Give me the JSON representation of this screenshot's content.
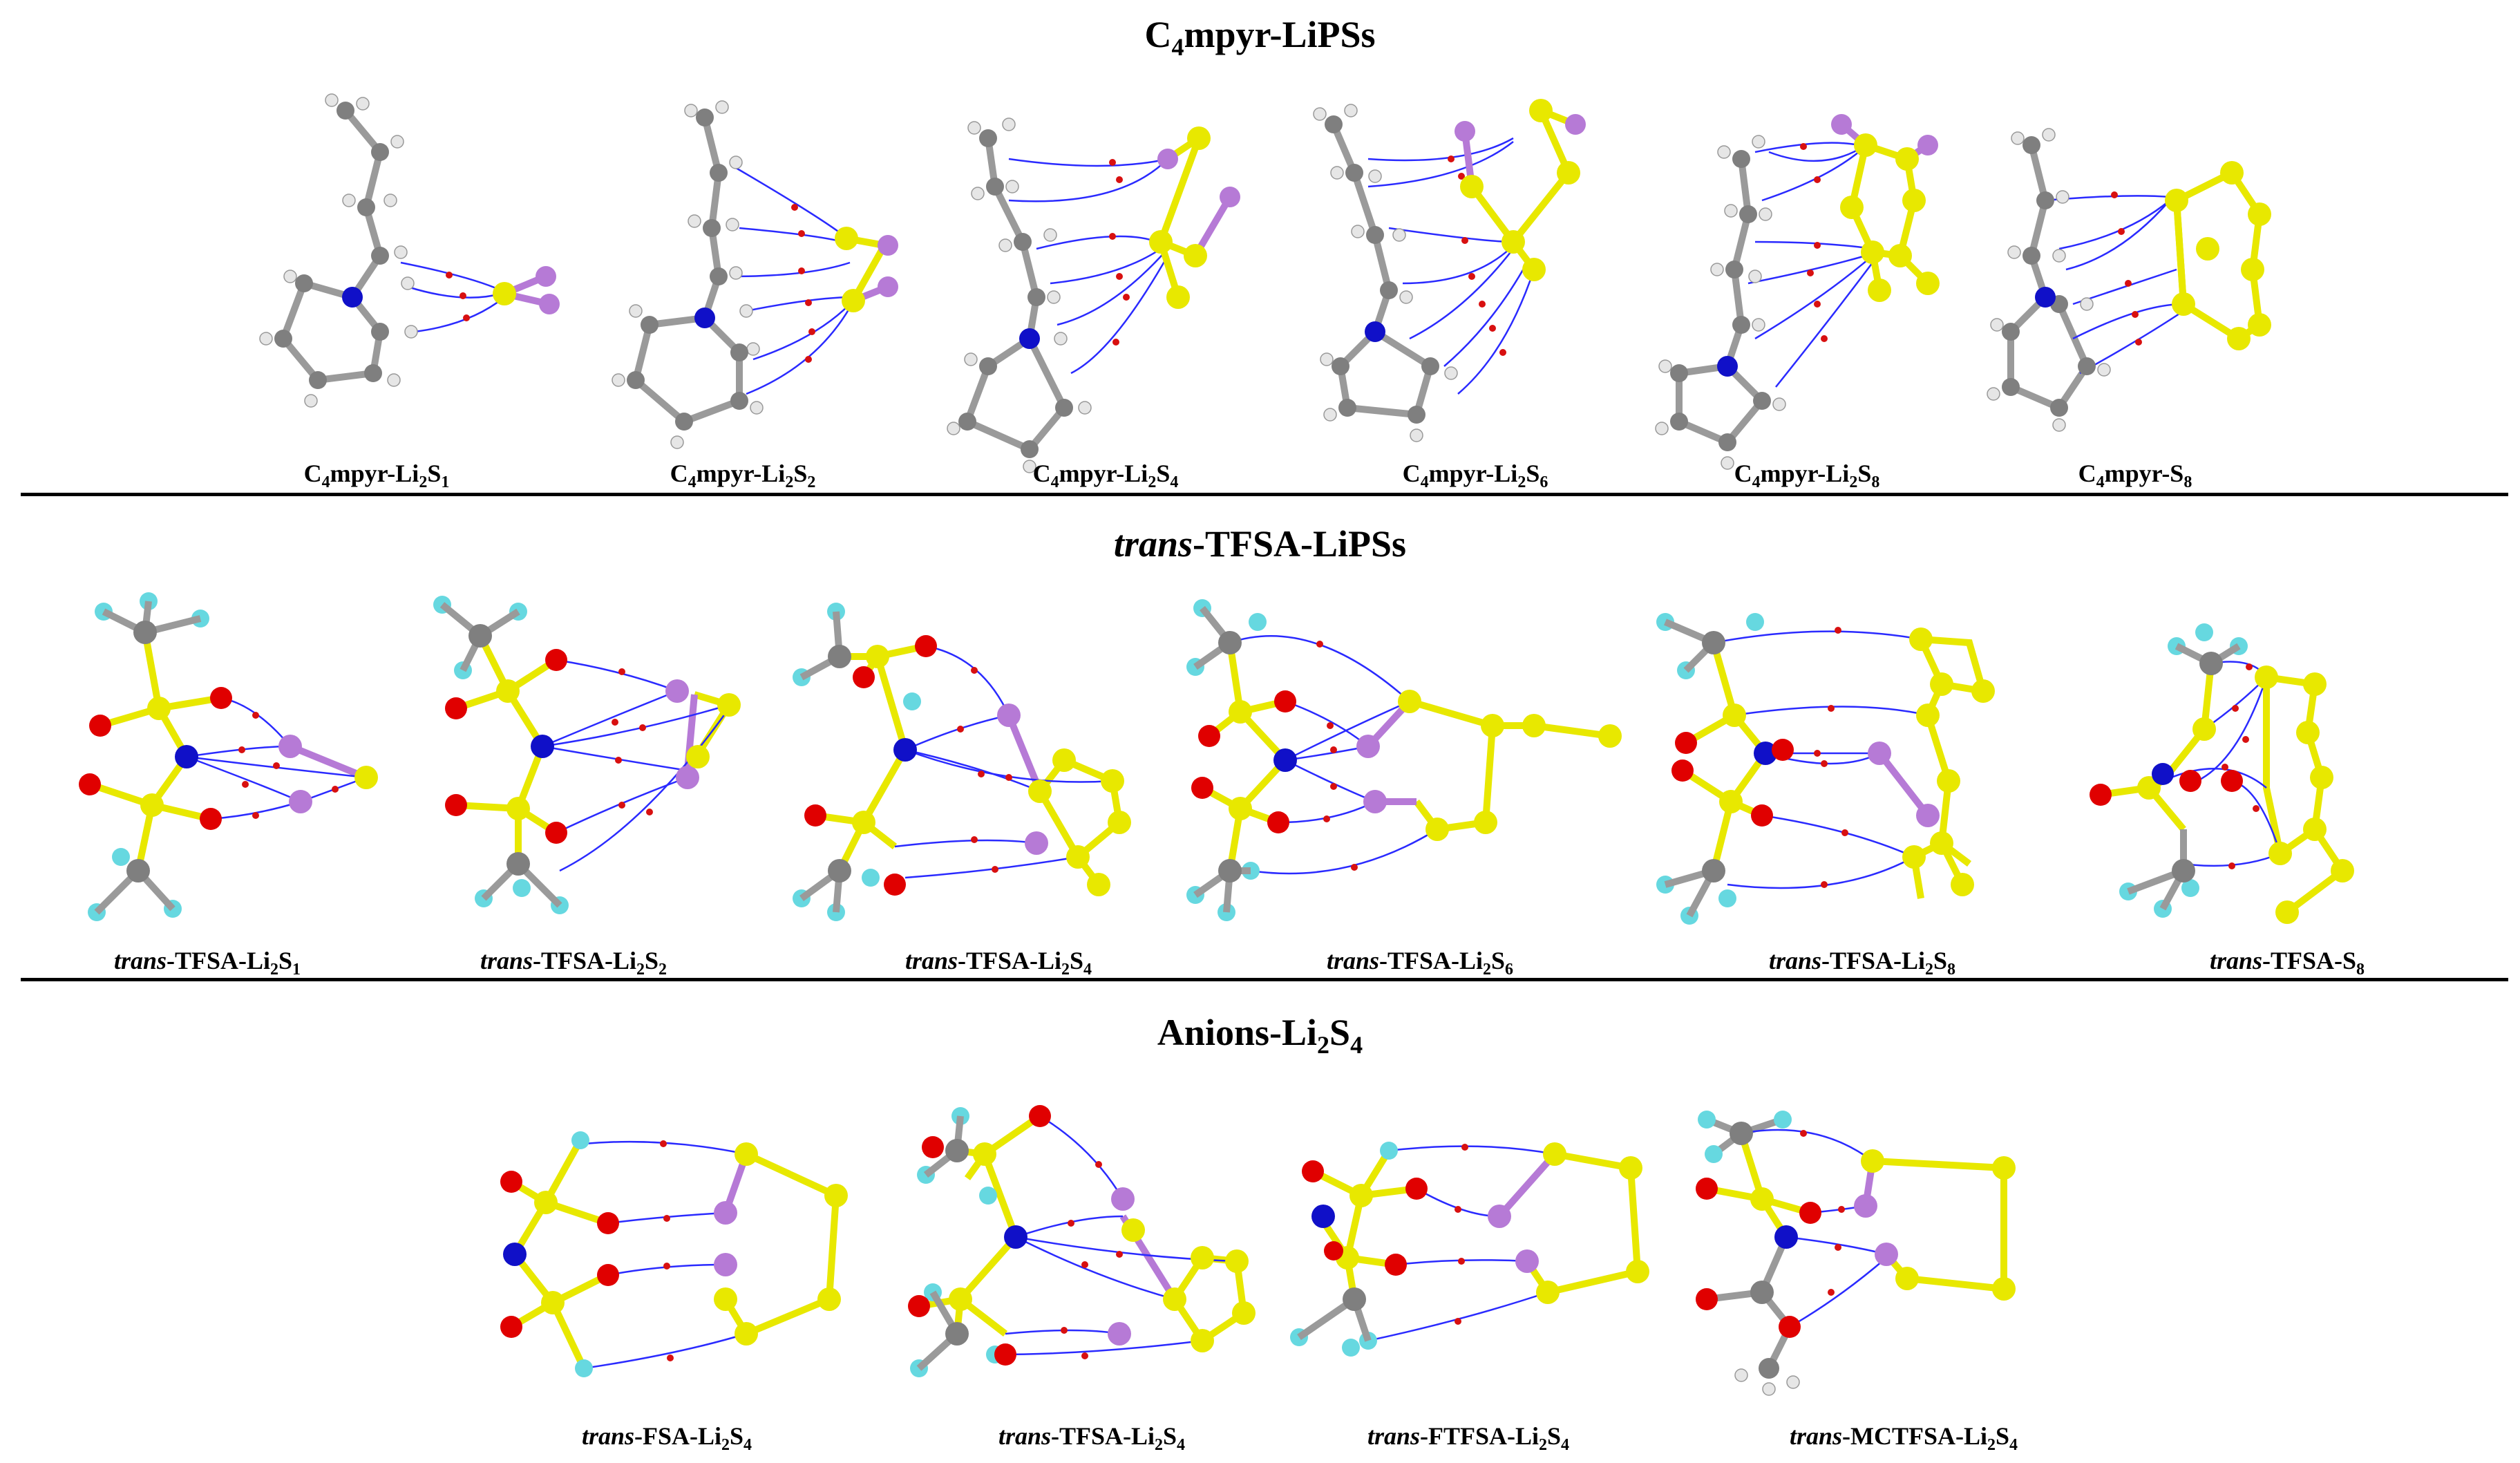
{
  "sections": [
    {
      "title_parts": [
        {
          "t": "C"
        },
        {
          "sub": "4"
        },
        {
          "t": "mpyr-LiPSs"
        }
      ],
      "labels": [
        [
          {
            "t": "C"
          },
          {
            "sub": "4"
          },
          {
            "t": "mpyr-Li"
          },
          {
            "sub": "2"
          },
          {
            "t": "S"
          },
          {
            "sub": "1"
          }
        ],
        [
          {
            "t": "C"
          },
          {
            "sub": "4"
          },
          {
            "t": "mpyr-Li"
          },
          {
            "sub": "2"
          },
          {
            "t": "S"
          },
          {
            "sub": "2"
          }
        ],
        [
          {
            "t": "C"
          },
          {
            "sub": "4"
          },
          {
            "t": "mpyr-Li"
          },
          {
            "sub": "2"
          },
          {
            "t": "S"
          },
          {
            "sub": "4"
          }
        ],
        [
          {
            "t": "C"
          },
          {
            "sub": "4"
          },
          {
            "t": "mpyr-Li"
          },
          {
            "sub": "2"
          },
          {
            "t": "S"
          },
          {
            "sub": "6"
          }
        ],
        [
          {
            "t": "C"
          },
          {
            "sub": "4"
          },
          {
            "t": "mpyr-Li"
          },
          {
            "sub": "2"
          },
          {
            "t": "S"
          },
          {
            "sub": "8"
          }
        ],
        [
          {
            "t": "C"
          },
          {
            "sub": "4"
          },
          {
            "t": "mpyr-S"
          },
          {
            "sub": "8"
          }
        ]
      ]
    },
    {
      "title_parts": [
        {
          "it": "trans"
        },
        {
          "t": "-TFSA-LiPSs"
        }
      ],
      "labels": [
        [
          {
            "it": "trans"
          },
          {
            "t": "-TFSA-Li"
          },
          {
            "sub": "2"
          },
          {
            "t": "S"
          },
          {
            "sub": "1"
          }
        ],
        [
          {
            "it": "trans"
          },
          {
            "t": "-TFSA-Li"
          },
          {
            "sub": "2"
          },
          {
            "t": "S"
          },
          {
            "sub": "2"
          }
        ],
        [
          {
            "it": "trans"
          },
          {
            "t": "-TFSA-Li"
          },
          {
            "sub": "2"
          },
          {
            "t": "S"
          },
          {
            "sub": "4"
          }
        ],
        [
          {
            "it": "trans"
          },
          {
            "t": "-TFSA-Li"
          },
          {
            "sub": "2"
          },
          {
            "t": "S"
          },
          {
            "sub": "6"
          }
        ],
        [
          {
            "it": "trans"
          },
          {
            "t": "-TFSA-Li"
          },
          {
            "sub": "2"
          },
          {
            "t": "S"
          },
          {
            "sub": "8"
          }
        ],
        [
          {
            "it": "trans"
          },
          {
            "t": "-TFSA-S"
          },
          {
            "sub": "8"
          }
        ]
      ]
    },
    {
      "title_parts": [
        {
          "t": "Anions-Li"
        },
        {
          "sub": "2"
        },
        {
          "t": "S"
        },
        {
          "sub": "4"
        }
      ],
      "labels": [
        [
          {
            "it": "trans"
          },
          {
            "t": "-FSA-Li"
          },
          {
            "sub": "2"
          },
          {
            "t": "S"
          },
          {
            "sub": "4"
          }
        ],
        [
          {
            "it": "trans"
          },
          {
            "t": "-TFSA-Li"
          },
          {
            "sub": "2"
          },
          {
            "t": "S"
          },
          {
            "sub": "4"
          }
        ],
        [
          {
            "it": "trans"
          },
          {
            "t": "-FTFSA-Li"
          },
          {
            "sub": "2"
          },
          {
            "t": "S"
          },
          {
            "sub": "4"
          }
        ],
        [
          {
            "it": "trans"
          },
          {
            "t": "-MCTFSA-Li"
          },
          {
            "sub": "2"
          },
          {
            "t": "S"
          },
          {
            "sub": "4"
          }
        ]
      ]
    }
  ],
  "atom_colors": {
    "C": "#7f7f7f",
    "H": "#e6e6e6",
    "N": "#1010c8",
    "S": "#e8e800",
    "Li": "#b67ad6",
    "O": "#e00000",
    "F": "#66d8e0"
  },
  "interaction_line_color": "#2a2aff",
  "critical_point_color": "#d81010"
}
